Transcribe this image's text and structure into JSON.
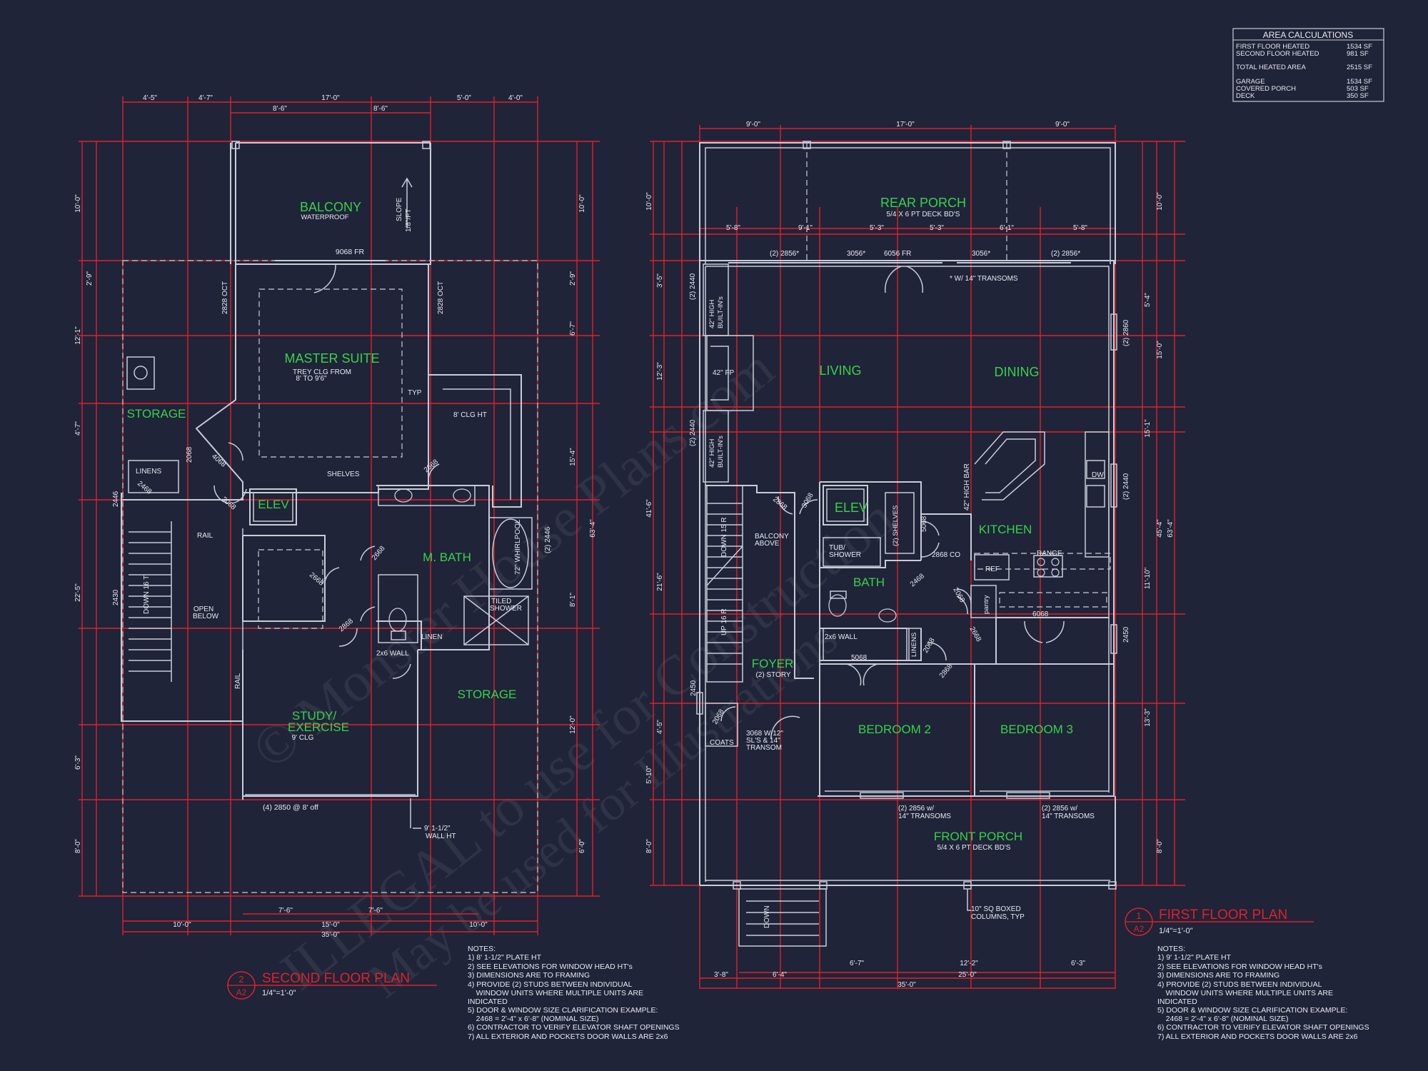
{
  "area_calculations": {
    "title": "AREA CALCULATIONS",
    "rows": [
      {
        "label": "FIRST FLOOR HEATED",
        "value": "1534 SF"
      },
      {
        "label": "SECOND FLOOR HEATED",
        "value": "981 SF"
      },
      {
        "label": "TOTAL HEATED AREA",
        "value": "2515 SF"
      },
      {
        "label": "GARAGE",
        "value": "1534 SF"
      },
      {
        "label": "COVERED PORCH",
        "value": "503 SF"
      },
      {
        "label": "DECK",
        "value": "350 SF"
      }
    ]
  },
  "watermark": {
    "line1": "© Monster House Plans.com",
    "line2": "ILLEGAL to use for Construction",
    "line3": "May be used for Illustrations"
  },
  "second_floor": {
    "title": "SECOND FLOOR PLAN",
    "scale": "1/4\"=1'-0\"",
    "callout_num": "2",
    "callout_sheet": "A2",
    "rooms": {
      "balcony": "BALCONY",
      "balcony_sub": "WATERPROOF",
      "master": "MASTER SUITE",
      "master_sub1": "TREY CLG FROM",
      "master_sub2": "8' TO 9'6\"",
      "storage_left": "STORAGE",
      "elev": "ELEV",
      "mbath": "M. BATH",
      "study1": "STUDY/",
      "study2": "EXERCISE",
      "study_sub": "9' CLG",
      "storage_right": "STORAGE",
      "open_below1": "OPEN",
      "open_below2": "BELOW"
    },
    "labels": {
      "slope": "SLOPE",
      "slope2": "1/8\"/FT",
      "door_9068": "9068 FR",
      "win_2828_l": "2828 OCT",
      "win_2828_r": "2828 OCT",
      "linens": "LINENS",
      "shelves": "SHELVES",
      "rail": "RAIL",
      "rail2": "RAIL",
      "down": "DOWN 16 T",
      "clg8": "8' CLG HT",
      "whirlpool": "72\" WHIRLPOOL",
      "tiled1": "TILED",
      "tiled2": "SHOWER",
      "linen": "LINEN",
      "wall2x6": "2x6 WALL",
      "typ": "TYP",
      "win_bottom": "(4) 2850 @ 8' off",
      "wall_ht1": "9' 1-1/2\"",
      "wall_ht2": "WALL HT",
      "d2068": "2068",
      "d4068": "4068",
      "d2468": "2468",
      "d3068": "3068",
      "d2668a": "2668",
      "d2668b": "2668",
      "d2668c": "2668",
      "d2868": "2868",
      "w2446a": "2446",
      "w2446b": "(2) 2446",
      "w2430": "2430"
    },
    "dims_top": [
      "4'-5\"",
      "4'-7\"",
      "17'-0\"",
      "5'-0\"",
      "4'-0\""
    ],
    "dims_top2": [
      "8'-6\"",
      "8'-6\""
    ],
    "dims_bottom": [
      "7'-6\"",
      "7'-6\"",
      "15'-0\"",
      "10'-0\"",
      "10'-0\"",
      "35'-0\""
    ],
    "dims_left": [
      "10'-0\"",
      "2'-9\"",
      "12'-1\"",
      "4'-7\"",
      "22'-5\"",
      "6'-3\"",
      "8'-0\""
    ],
    "dims_right": [
      "10'-0\"",
      "2'-9\"",
      "6'-7\"",
      "15'-4\"",
      "8'-1\"",
      "12'-0\"",
      "6'-0\"",
      "63'-4\""
    ],
    "notes_title": "NOTES:",
    "notes": [
      "1) 8' 1-1/2\" PLATE HT",
      "2) SEE ELEVATIONS FOR WINDOW HEAD HT's",
      "3) DIMENSIONS ARE TO FRAMING",
      "4) PROVIDE (2) STUDS BETWEEN INDIVIDUAL",
      "    WINDOW UNITS WHERE MULTIPLE UNITS ARE",
      "INDICATED",
      "5) DOOR & WINDOW SIZE CLARIFICATION EXAMPLE:",
      "    2468 = 2'-4\" x 6'-8\" (NOMINAL SIZE)",
      "6) CONTRACTOR TO VERIFY ELEVATOR SHAFT OPENINGS",
      "7) ALL EXTERIOR AND POCKETS DOOR WALLS ARE 2x6"
    ]
  },
  "first_floor": {
    "title": "FIRST FLOOR PLAN",
    "scale": "1/4\"=1'-0\"",
    "callout_num": "1",
    "callout_sheet": "A2",
    "rooms": {
      "rear_porch": "REAR PORCH",
      "rear_porch_sub": "5/4 X 6 PT DECK BD'S",
      "living": "LIVING",
      "dining": "DINING",
      "elev": "ELEV",
      "kitchen": "KITCHEN",
      "bath": "BATH",
      "foyer": "FOYER",
      "foyer_sub": "(2) STORY",
      "bedroom2": "BEDROOM 2",
      "bedroom3": "BEDROOM 3",
      "front_porch": "FRONT PORCH",
      "front_porch_sub": "5/4 X 6 PT DECK BD'S"
    },
    "labels": {
      "w2856a": "(2) 2856*",
      "w3056a": "3056*",
      "d6056": "6056 FR",
      "w3056b": "3056*",
      "w2856b": "(2) 2856*",
      "transoms": "* W/ 14\" TRANSOMS",
      "w2440a": "(2) 2440",
      "built1": "42\" HIGH",
      "built2": "BUILT-IN's",
      "fp": "42\" FP",
      "w2440b": "(2) 2440",
      "built3": "42\" HIGH",
      "built4": "BUILT-IN's",
      "w2860": "(2) 2860",
      "w2440c": "(2) 2440",
      "high_bar": "42\" HIGH BAR",
      "dw": "DW",
      "shelves": "(2) SHELVES",
      "d5068a": "5068",
      "d2868co": "2868 CO",
      "range": "RANGE",
      "ref": "REF",
      "pantry": "pantry",
      "d6068": "6068",
      "w2450a": "2450",
      "d2868a": "2868",
      "d3068": "3068",
      "balcony_above1": "BALCONY",
      "balcony_above2": "ABOVE",
      "down": "DOWN 15 R",
      "up": "UP 16 R",
      "tub1": "TUB/",
      "tub2": "SHOWER",
      "d2468": "2468",
      "d2068a": "2068",
      "d2668": "2668",
      "wall2x6": "2x6 WALL",
      "d5068b": "5068",
      "linens": "LINENS",
      "d2068b": "2068",
      "d2868b": "2868",
      "w2450b": "2450",
      "d2068c": "2068",
      "coats": "COATS",
      "front_door1": "3068 W/12\"",
      "front_door2": "SL'S & 14\"",
      "front_door3": "TRANSOM",
      "win_front_a1": "(2) 2856 w/",
      "win_front_a2": "14\" TRANSOMS",
      "win_front_b1": "(2) 2856 w/",
      "win_front_b2": "14\" TRANSOMS",
      "columns1": "10\" SQ BOXED",
      "columns2": "COLUMNS, TYP",
      "down_steps": "DOWN"
    },
    "dims_top": [
      "9'-0\"",
      "17'-0\"",
      "9'-0\""
    ],
    "dims_top2": [
      "5'-8\"",
      "9'-1\"",
      "5'-3\"",
      "5'-3\"",
      "6'-1\"",
      "5'-8\""
    ],
    "dims_bottom": [
      "3'-8\"",
      "6'-4\"",
      "6'-7\"",
      "12'-2\"",
      "6'-3\"",
      "25'-0\"",
      "35'-0\""
    ],
    "dims_left": [
      "10'-0\"",
      "3'-5\"",
      "12'-3\"",
      "41'-6\"",
      "21'-6\"",
      "4'-5\"",
      "5'-10\"",
      "8'-0\""
    ],
    "dims_right": [
      "10'-0\"",
      "5'-4\"",
      "15'-0\"",
      "15'-1\"",
      "45'-4\"",
      "63'-4\"",
      "11'-10\"",
      "13'-3\"",
      "8'-0\""
    ],
    "notes_title": "NOTES:",
    "notes": [
      "1) 9' 1-1/2\" PLATE HT",
      "2) SEE ELEVATIONS FOR WINDOW HEAD HT's",
      "3) DIMENSIONS ARE TO FRAMING",
      "4) PROVIDE (2) STUDS BETWEEN INDIVIDUAL",
      "    WINDOW UNITS WHERE MULTIPLE UNITS ARE",
      "INDICATED",
      "5) DOOR & WINDOW SIZE CLARIFICATION EXAMPLE:",
      "    2468 = 2'-4\" x 6'-8\" (NOMINAL SIZE)",
      "6) CONTRACTOR TO VERIFY ELEVATOR SHAFT OPENINGS",
      "7) ALL EXTERIOR AND POCKETS DOOR WALLS ARE 2x6"
    ]
  }
}
